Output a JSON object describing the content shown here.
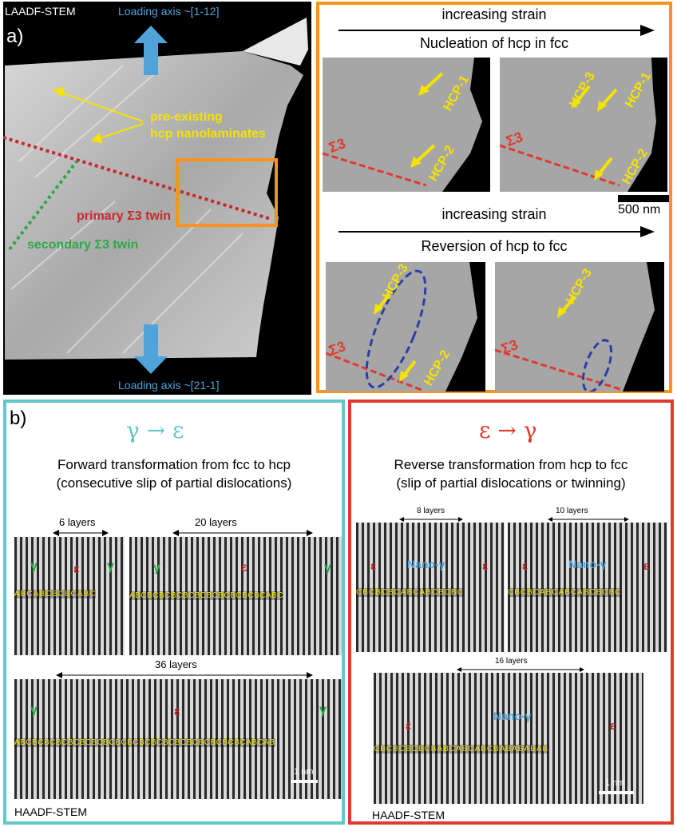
{
  "panel_a": {
    "detector": "LAADF-STEM",
    "letter": "a)",
    "loading_top": "Loading axis ~[1-12]",
    "loading_bottom": "Loading axis ~[21-1]",
    "preexisting_line1": "pre-existing",
    "preexisting_line2": "hcp nanolaminates",
    "primary_twin": "primary Σ3 twin",
    "secondary_twin": "secondary Σ3 twin"
  },
  "panel_a_right": {
    "strain_top": "increasing strain",
    "nucleation_title": "Nucleation of hcp in fcc",
    "strain_bottom": "increasing strain",
    "reversion_title": "Reversion of hcp to fcc",
    "scale": "500 nm",
    "img1_labels": [
      "HCP-1",
      "HCP-2",
      "Σ3"
    ],
    "img2_labels": [
      "HCP-3",
      "HCP-1",
      "HCP-2",
      "Σ3"
    ],
    "img3_labels": [
      "HCP-3",
      "HCP-2",
      "Σ3"
    ],
    "img4_labels": [
      "HCP-3",
      "Σ3"
    ]
  },
  "panel_b": {
    "letter": "b)",
    "forward_symbol_from": "γ",
    "forward_symbol_to": "ε",
    "forward_line1": "Forward transformation from fcc to hcp",
    "forward_line2": "(consecutive slip of partial dislocations)",
    "left_6_layers": "6 layers",
    "left_20_layers": "20 layers",
    "left_36_layers": "36 layers",
    "gamma": "γ",
    "epsilon": "ε",
    "scale_left": "1 nm",
    "detector_left": "HAADF-STEM",
    "left_stack_1": "ABCABCBCBCABC",
    "left_stack_2": "ABCBCBCBCBCBCBCBCBCBCBCABC",
    "left_stack_3": "ABCBCBCBCBCBCBCBCBCBCBCBCBCBCBCBCBCBCBCABCAB"
  },
  "panel_b_right": {
    "reverse_symbol_from": "ε",
    "reverse_symbol_to": "γ",
    "reverse_line1": "Reverse transformation from hcp to fcc",
    "reverse_line2": "(slip of partial dislocations or twinning)",
    "layers_8": "8 layers",
    "layers_10": "10 layers",
    "layers_16": "16 layers",
    "nano_gamma": "Nano-γ",
    "epsilon": "ε",
    "scale_right": "1 nm",
    "detector_right": "HAADF-STEM",
    "right_stack_1": "CBCBCBCABCABCBCBC",
    "right_stack_2": "CBCBCABCABCABCBCBC",
    "right_stack_3": "CBCBCBCBCBABCABCABCBABABABAB"
  },
  "colors": {
    "orange": "#f7941d",
    "teal": "#64c8c8",
    "red": "#e03a2e",
    "yellow": "#f5e300",
    "blue_arrow": "#4fa3d9",
    "green_twin": "#2ea84a",
    "red_twin": "#c8282d"
  }
}
